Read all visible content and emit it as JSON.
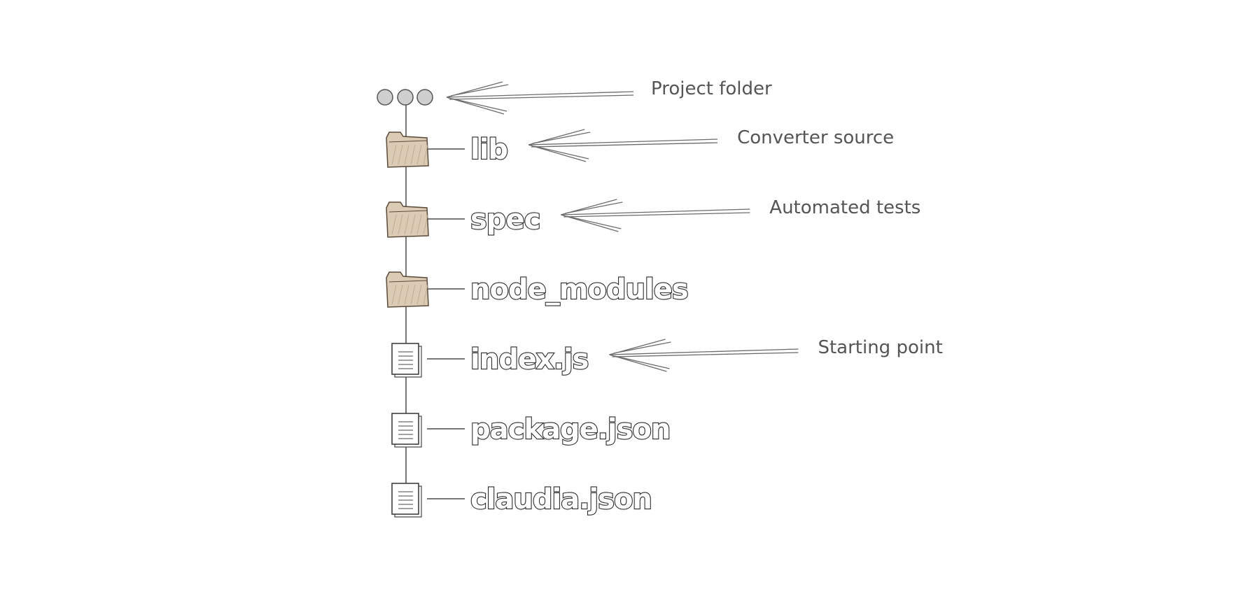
{
  "project_root": {
    "icon": "project-folder-dots-icon",
    "annotation": "Project folder"
  },
  "entries": [
    {
      "name": "lib",
      "type": "folder",
      "icon": "folder-icon",
      "annotation": "Converter source"
    },
    {
      "name": "spec",
      "type": "folder",
      "icon": "folder-icon",
      "annotation": "Automated tests"
    },
    {
      "name": "node_modules",
      "type": "folder",
      "icon": "folder-icon",
      "annotation": ""
    },
    {
      "name": "index.js",
      "type": "file",
      "icon": "file-icon",
      "annotation": "Starting point"
    },
    {
      "name": "package.json",
      "type": "file",
      "icon": "file-icon",
      "annotation": ""
    },
    {
      "name": "claudia.json",
      "type": "file",
      "icon": "file-icon",
      "annotation": ""
    }
  ],
  "colors": {
    "folder_fill": "#dccbb4",
    "folder_stroke": "#5a4a3a",
    "dot_fill": "#cfcfcf",
    "line": "#4a4a4a",
    "annotation_text": "#555555"
  }
}
